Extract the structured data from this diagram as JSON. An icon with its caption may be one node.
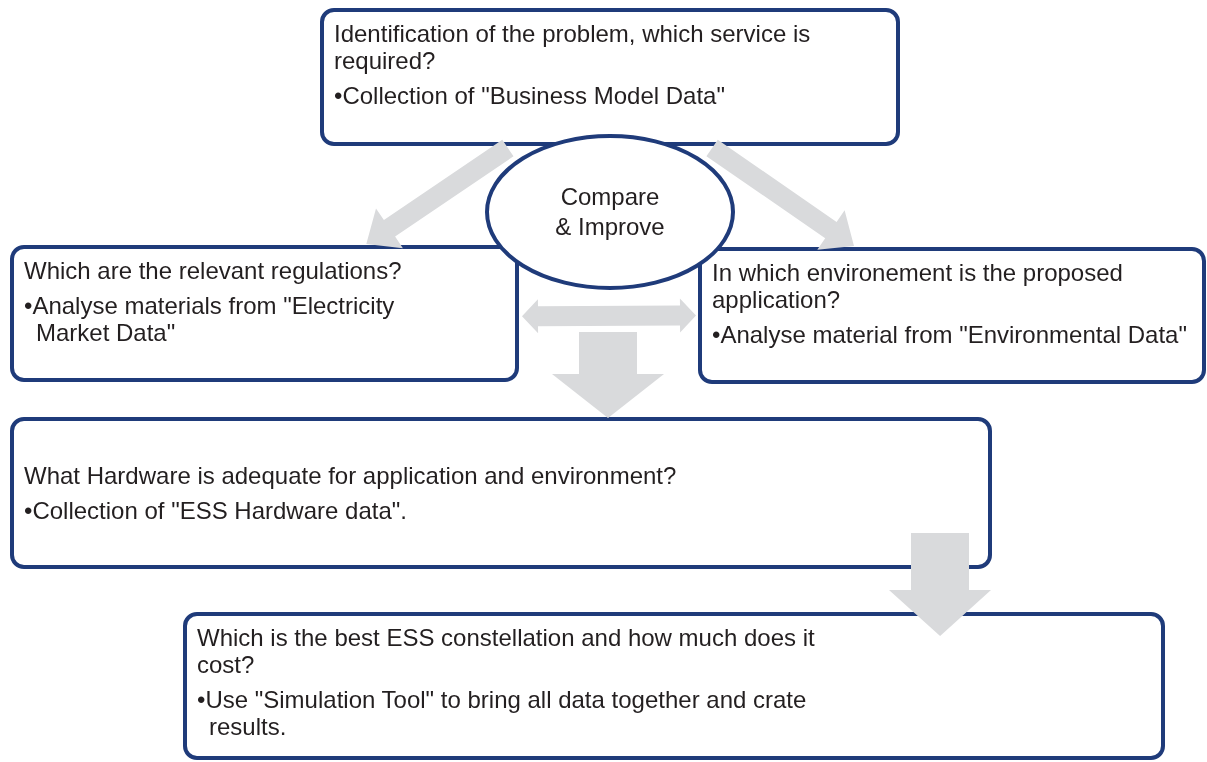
{
  "diagram": {
    "nodes": [
      {
        "text": [
          "Identification of the problem, which service is required?",
          "•Collection of \"Business Model Data\""
        ]
      },
      {
        "text": [
          "Compare & Improve"
        ]
      },
      {
        "text": [
          "Which are the relevant regulations?",
          "•Analyse materials from \"Electricity Market Data\""
        ]
      },
      {
        "text": [
          "In which environement is the proposed application?",
          "•Analyse material from \"Environmental Data\""
        ]
      },
      {
        "text": [
          "What Hardware is adequate for application and environment?",
          "•Collection of \"ESS Hardware data\"."
        ]
      },
      {
        "text": [
          "Which is the best ESS constellation and how much does it cost?",
          "•Use \"Simulation Tool\" to bring all data together and crate results."
        ]
      }
    ],
    "edges": [
      {
        "from": 0,
        "to": 2,
        "arrow": "to"
      },
      {
        "from": 0,
        "to": 3,
        "arrow": "to"
      },
      {
        "from": 2,
        "to": 3,
        "arrow": "both"
      },
      {
        "from": null,
        "to": 4,
        "arrow": "to"
      },
      {
        "from": 4,
        "to": 5,
        "arrow": "to"
      }
    ]
  }
}
